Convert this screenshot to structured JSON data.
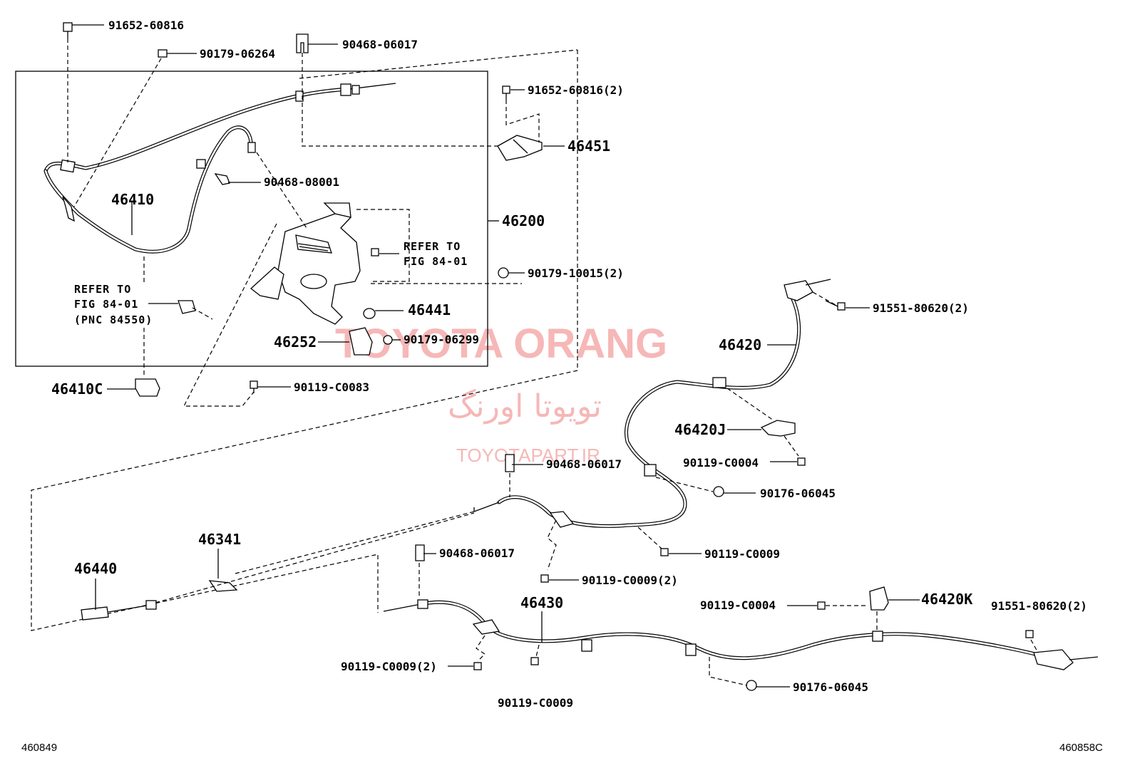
{
  "parts": {
    "p91652_60816_top": "91652-60816",
    "p90179_06264": "90179-06264",
    "p90468_06017_top": "90468-06017",
    "p91652_60816_2": "91652-60816(2)",
    "p46451": "46451",
    "p90468_08001": "90468-08001",
    "p46410": "46410",
    "p46200": "46200",
    "p90179_10015_2": "90179-10015(2)",
    "p46441": "46441",
    "p46252": "46252",
    "p90179_06299": "90179-06299",
    "p46410C": "46410C",
    "p90119_C0083": "90119-C0083",
    "p91551_80620_2_top": "91551-80620(2)",
    "p46420": "46420",
    "p46420J": "46420J",
    "p90119_C0004_top": "90119-C0004",
    "p90468_06017_mid": "90468-06017",
    "p90176_06045_top": "90176-06045",
    "p90119_C0009_mid": "90119-C0009",
    "p90119_C0009_2_mid": "90119-C0009(2)",
    "p46341": "46341",
    "p46440": "46440",
    "p90468_06017_low": "90468-06017",
    "p46430": "46430",
    "p90119_C0004_low": "90119-C0004",
    "p46420K": "46420K",
    "p91551_80620_2_low": "91551-80620(2)",
    "p90119_C0009_2_low": "90119-C0009(2)",
    "p90119_C0009_low": "90119-C0009",
    "p90176_06045_low": "90176-06045"
  },
  "notes": {
    "refer1_line1": "REFER TO",
    "refer1_line2": "FIG 84-01",
    "refer2_line1": "REFER TO",
    "refer2_line2": "FIG 84-01",
    "refer2_line3": "(PNC 84550)"
  },
  "footer": {
    "left_ref": "460849",
    "right_ref": "460858C"
  },
  "watermark": {
    "line1": "TOYOTA ORANG",
    "line2": "تویوتا اورنگ",
    "line3": "TOYOTAPART.IR"
  }
}
